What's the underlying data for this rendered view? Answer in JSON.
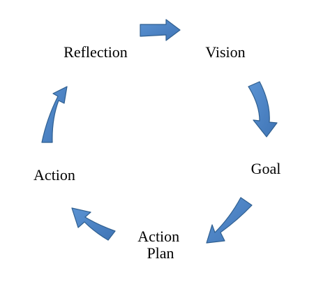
{
  "diagram": {
    "type": "cycle",
    "accent_color": "#4f86c6",
    "steps": [
      {
        "label_lines": [
          "Vision"
        ]
      },
      {
        "label_lines": [
          "Goal"
        ]
      },
      {
        "label_lines": [
          "Action",
          "Plan"
        ]
      },
      {
        "label_lines": [
          "Action"
        ]
      },
      {
        "label_lines": [
          "Reflection"
        ]
      }
    ]
  }
}
